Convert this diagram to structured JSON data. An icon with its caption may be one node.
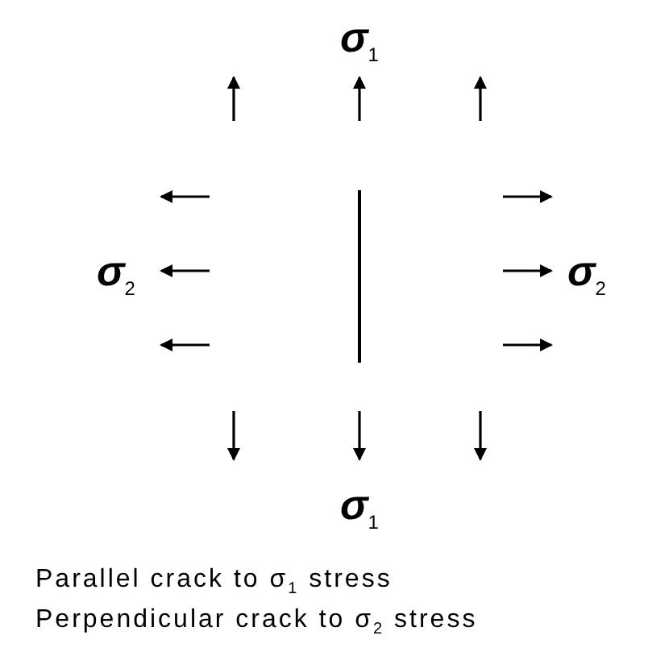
{
  "diagram": {
    "labels": [
      "σ$_{1}$",
      "σ$_{2}$",
      "σ$_{2}$",
      "σ$_{1}$",
      "Parallel crack to σ$_{1}$ stress",
      "Perpendicular crack to σ$_{2}$ stress"
    ]
  }
}
